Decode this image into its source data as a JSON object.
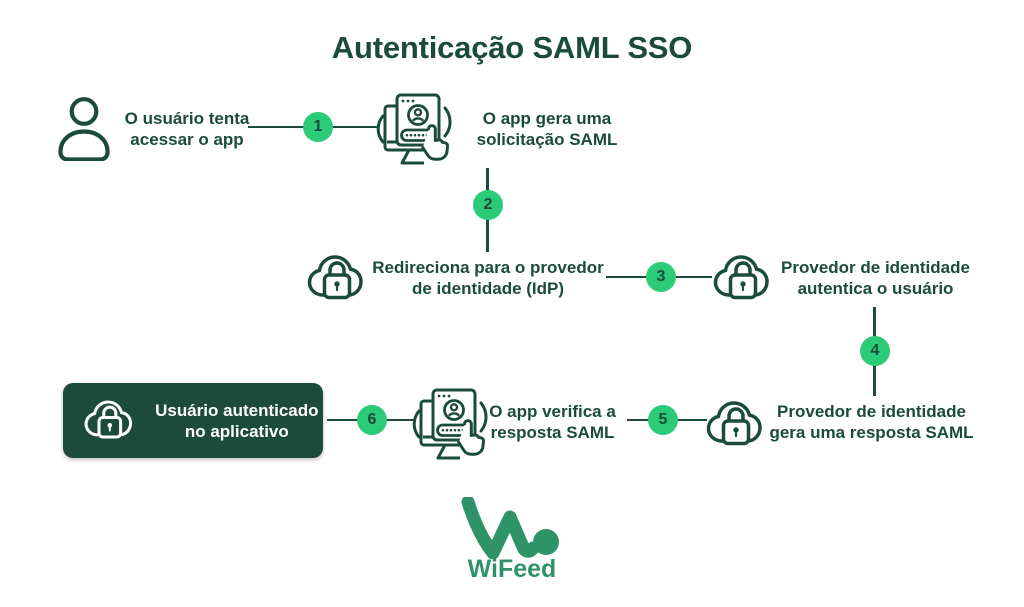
{
  "title": "Autenticação SAML SSO",
  "colors": {
    "ink": "#1b4c3b",
    "badge": "#2bcb78",
    "box_bg": "#1d4b3b",
    "box_text": "#ffffff",
    "logo": "#2e9467",
    "background": "#ffffff"
  },
  "labels": {
    "user": "O usuário tenta acessar o app",
    "app_request": "O app gera uma solicitação SAML",
    "redirect": "Redireciona para o provedor de identidade (IdP)",
    "idp_auth": "Provedor de identidade autentica o usuário",
    "idp_response": "Provedor de identidade gera uma resposta SAML",
    "app_verify": "O app verifica a resposta SAML",
    "authenticated": "Usuário autenticado no aplicativo"
  },
  "badges": [
    "1",
    "2",
    "3",
    "4",
    "5",
    "6"
  ],
  "logo": {
    "text": "WiFeed"
  }
}
